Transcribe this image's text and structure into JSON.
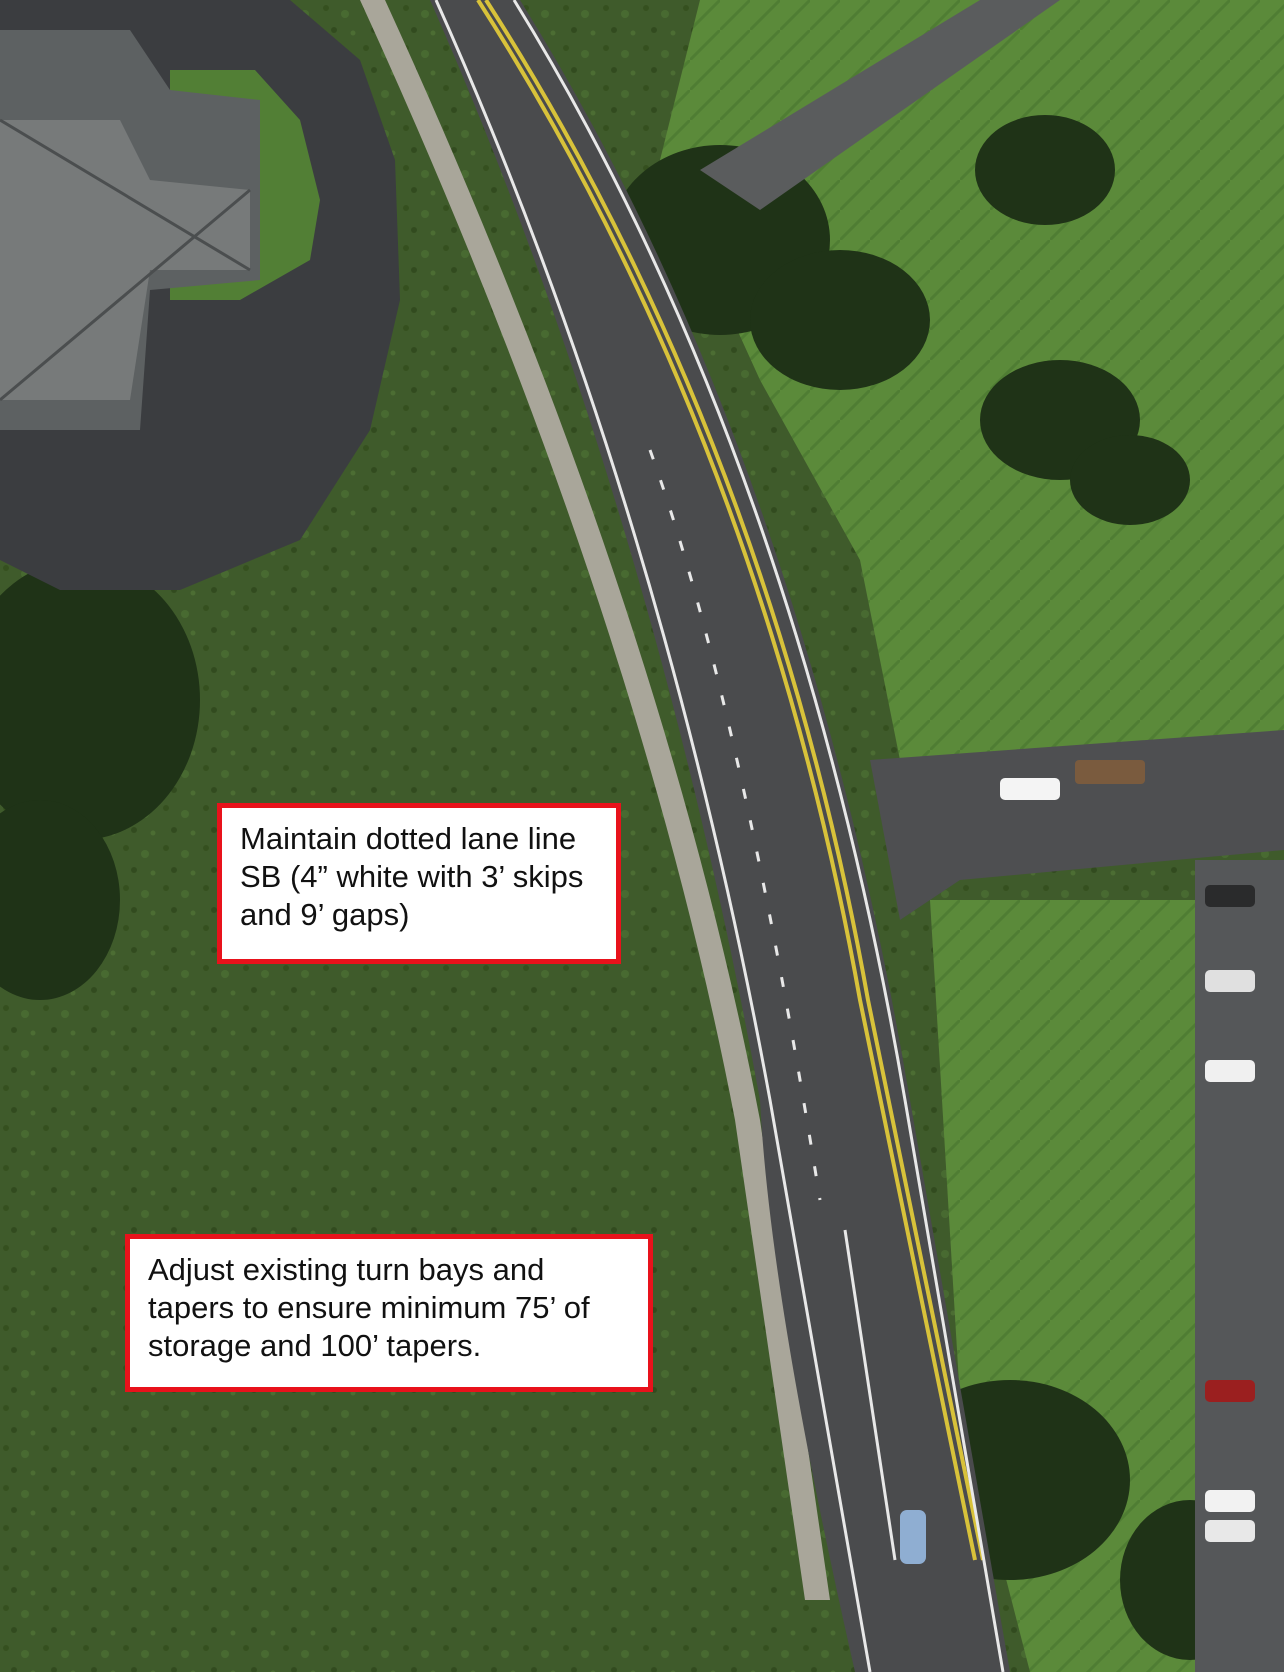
{
  "map": {
    "view": "satellite",
    "features": {
      "road": "two-lane road with double yellow centerline",
      "sidewalk": "concrete sidewalk on west side",
      "building": "gray roofed building",
      "parking": "parking lot with parked cars"
    },
    "colors": {
      "grass": "#3e5a2a",
      "asphalt": "#4a4b4d",
      "sidewalk": "#a9a69a",
      "centerline": "#d8c23a",
      "lane_line": "#e8e8e8",
      "roof": "#6b6e6e",
      "callout_border": "#e8121b",
      "callout_fill": "#ffffff"
    }
  },
  "callouts": [
    {
      "text": "Maintain dotted lane line SB (4” white with 3’ skips and 9’ gaps)"
    },
    {
      "text": "Adjust existing turn bays and tapers to ensure minimum 75’ of storage and 100’ tapers."
    }
  ]
}
